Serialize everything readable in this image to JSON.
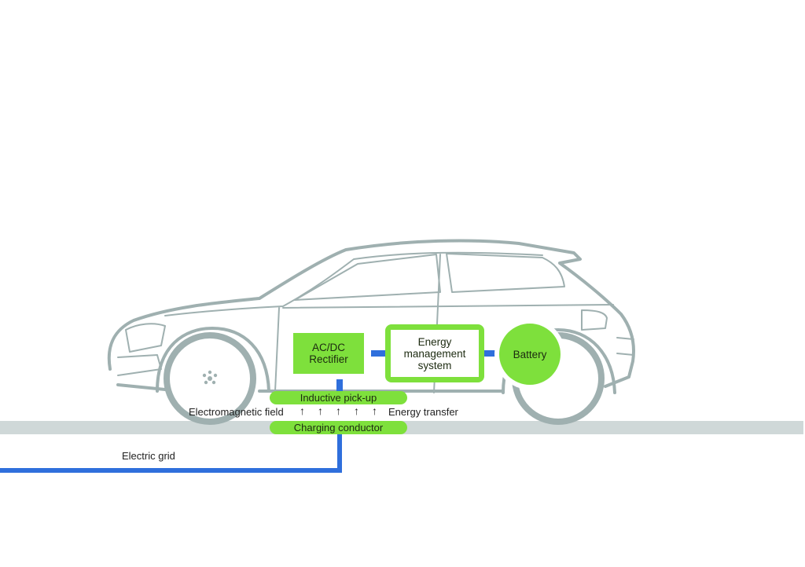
{
  "diagram": {
    "title": "Inductive charging system",
    "components": {
      "rectifier": "AC/DC\nRectifier",
      "rectifier_line1": "AC/DC",
      "rectifier_line2": "Rectifier",
      "energy_mgmt_line1": "Energy",
      "energy_mgmt_line2": "management",
      "energy_mgmt_line3": "system",
      "battery": "Battery",
      "pickup": "Inductive pick-up",
      "conductor": "Charging conductor"
    },
    "labels": {
      "em_field": "Electromagnetic field",
      "energy_transfer": "Energy transfer",
      "grid": "Electric grid"
    },
    "arrow_glyph": "↑",
    "arrow_count": 5,
    "colors": {
      "green": "#7ee03c",
      "blue": "#2f6fdc",
      "road": "#cfd8d8",
      "car_outline": "#9fb0b0"
    }
  }
}
